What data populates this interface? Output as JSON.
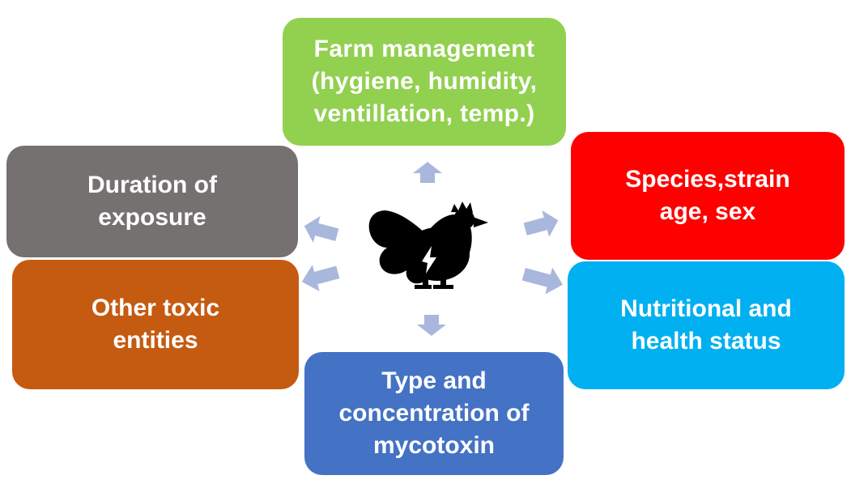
{
  "colors": {
    "farm": "#92d050",
    "species": "#ff0000",
    "nutrition": "#00b0f0",
    "mycotoxin": "#4472c4",
    "other": "#c55a11",
    "duration": "#767171",
    "arrow": "#a9b7dc",
    "bird": "#000000"
  },
  "center": {
    "icon": "rooster-icon"
  },
  "boxes": {
    "farm": {
      "lines": [
        "Farm management",
        "(hygiene, humidity,",
        "ventillation, temp.)"
      ]
    },
    "species": {
      "lines": [
        "Species,strain",
        "age, sex"
      ]
    },
    "nutrition": {
      "lines": [
        "Nutritional and",
        "health status"
      ]
    },
    "mycotoxin": {
      "lines": [
        "Type and",
        "concentration of",
        "mycotoxin"
      ]
    },
    "other": {
      "lines": [
        "Other toxic",
        "entities"
      ]
    },
    "duration": {
      "lines": [
        "Duration of",
        "exposure"
      ]
    }
  }
}
